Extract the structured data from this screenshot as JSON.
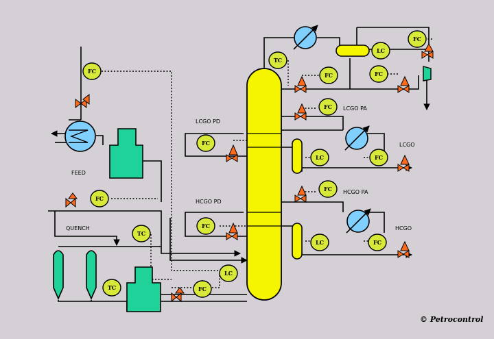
{
  "labels": {
    "lcgo_pd": "LCGO PD",
    "lcgo_pa": "LCGO PA",
    "lcgo": "LCGO",
    "hcgo_pd": "HCGO PD",
    "hcgo_pa": "HCGO PA",
    "hcgo": "HCGO",
    "feed": "FEED",
    "quench": "QUENCH"
  },
  "copyright": "© Petrocontrol",
  "controllers": {
    "fc_feed": "FC",
    "fc_quench": "FC",
    "tc_quench": "TC",
    "tc_bottom": "TC",
    "fc_bottom": "FC",
    "lc_column": "LC",
    "tc_top": "TC",
    "fc_reflux": "FC",
    "lc_drum": "LC",
    "fc_drum": "FC",
    "fc_drum_top": "FC",
    "fc_lcgo_pa": "FC",
    "fc_lcgo_pd": "FC",
    "lc_lcgo": "LC",
    "fc_lcgo": "FC",
    "fc_hcgo_pa": "FC",
    "fc_hcgo_pd": "FC",
    "lc_hcgo": "LC",
    "fc_hcgo": "FC"
  },
  "colors": {
    "background": "#d4d0d5",
    "column": "#f5f500",
    "controller": "#d9e93a",
    "exchanger": "#7fd0ff",
    "vessel": "#1fd29a",
    "valve": "#ff6a1a"
  }
}
